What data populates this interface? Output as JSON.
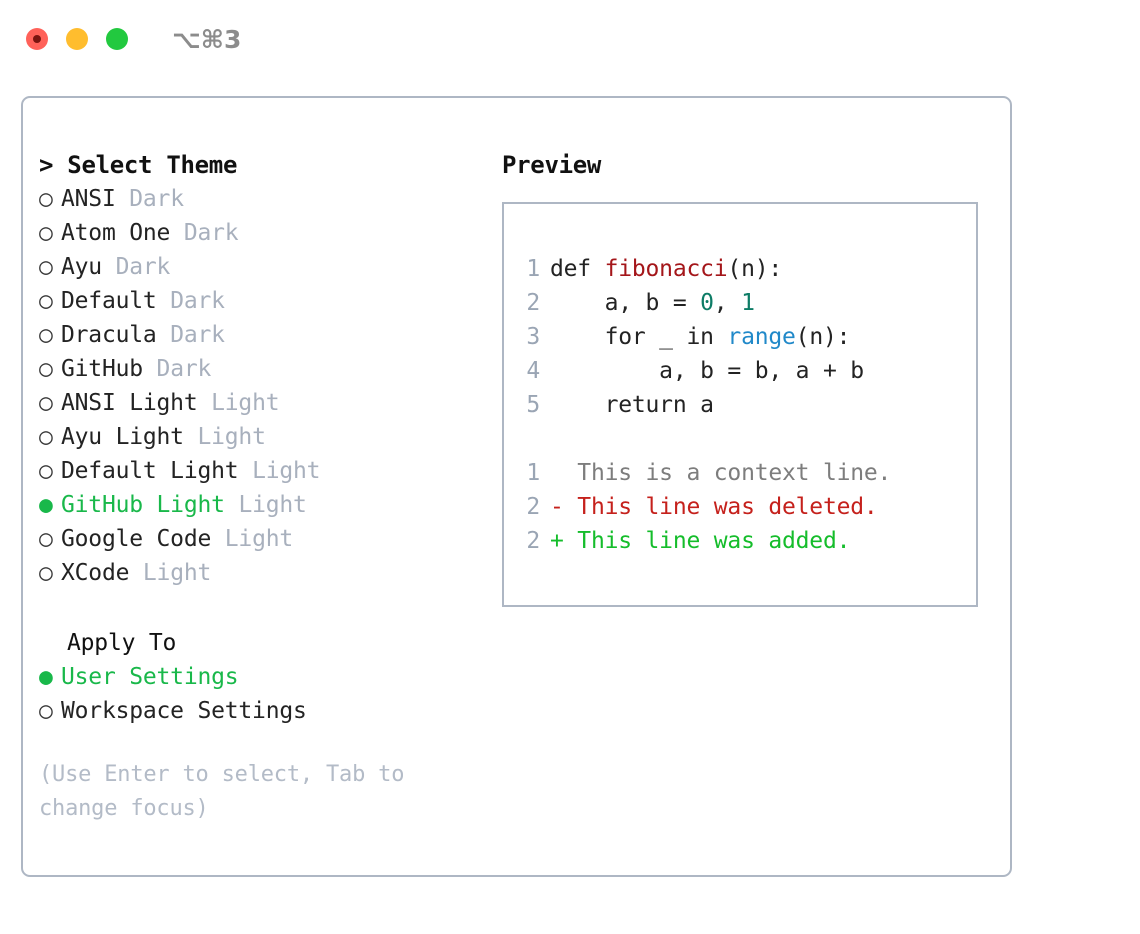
{
  "titlebar": {
    "shortcut": "⌥⌘3",
    "buttons": [
      {
        "name": "close-button",
        "color": "#ff6159"
      },
      {
        "name": "minimize-button",
        "color": "#ffbd2e"
      },
      {
        "name": "maximize-button",
        "color": "#22c93f"
      }
    ]
  },
  "theme_picker": {
    "heading": "> Select Theme",
    "selected_marker": "●",
    "unselected_marker": "○",
    "accent_color": "#19b84a",
    "items": [
      {
        "marker": "○",
        "label": "ANSI",
        "kind": "Dark",
        "selected": false
      },
      {
        "marker": "○",
        "label": "Atom One",
        "kind": "Dark",
        "selected": false
      },
      {
        "marker": "○",
        "label": "Ayu",
        "kind": "Dark",
        "selected": false
      },
      {
        "marker": "○",
        "label": "Default",
        "kind": "Dark",
        "selected": false
      },
      {
        "marker": "○",
        "label": "Dracula",
        "kind": "Dark",
        "selected": false
      },
      {
        "marker": "○",
        "label": "GitHub",
        "kind": "Dark",
        "selected": false
      },
      {
        "marker": "○",
        "label": "ANSI Light",
        "kind": "Light",
        "selected": false
      },
      {
        "marker": "○",
        "label": "Ayu Light",
        "kind": "Light",
        "selected": false
      },
      {
        "marker": "○",
        "label": "Default Light",
        "kind": "Light",
        "selected": false
      },
      {
        "marker": "●",
        "label": "GitHub Light",
        "kind": "Light",
        "selected": true
      },
      {
        "marker": "○",
        "label": "Google Code",
        "kind": "Light",
        "selected": false
      },
      {
        "marker": "○",
        "label": "XCode",
        "kind": "Light",
        "selected": false
      }
    ]
  },
  "apply_to": {
    "heading": "Apply To",
    "items": [
      {
        "marker": "●",
        "label": "User Settings",
        "selected": true
      },
      {
        "marker": "○",
        "label": "Workspace Settings",
        "selected": false
      }
    ]
  },
  "hint": "(Use Enter to select, Tab to change focus)",
  "preview": {
    "heading": "Preview",
    "code_lines": [
      {
        "no": "1",
        "segments": [
          {
            "t": "def ",
            "c": "plain"
          },
          {
            "t": "fibonacci",
            "c": "fn"
          },
          {
            "t": "(n):",
            "c": "plain"
          }
        ]
      },
      {
        "no": "2",
        "segments": [
          {
            "t": "    a, b = ",
            "c": "plain"
          },
          {
            "t": "0",
            "c": "num"
          },
          {
            "t": ", ",
            "c": "plain"
          },
          {
            "t": "1",
            "c": "num"
          }
        ]
      },
      {
        "no": "3",
        "segments": [
          {
            "t": "    for _ in ",
            "c": "plain"
          },
          {
            "t": "range",
            "c": "call"
          },
          {
            "t": "(n):",
            "c": "plain"
          }
        ]
      },
      {
        "no": "4",
        "segments": [
          {
            "t": "        a, b = b, a + b",
            "c": "plain"
          }
        ]
      },
      {
        "no": "5",
        "segments": [
          {
            "t": "    return a",
            "c": "plain"
          }
        ]
      }
    ],
    "diff_lines": [
      {
        "no": "1",
        "sign": " ",
        "text": "This is a context line.",
        "kind": "ctx"
      },
      {
        "no": "2",
        "sign": "-",
        "text": "This line was deleted.",
        "kind": "del"
      },
      {
        "no": "2",
        "sign": "+",
        "text": "This line was added.",
        "kind": "add"
      }
    ]
  }
}
